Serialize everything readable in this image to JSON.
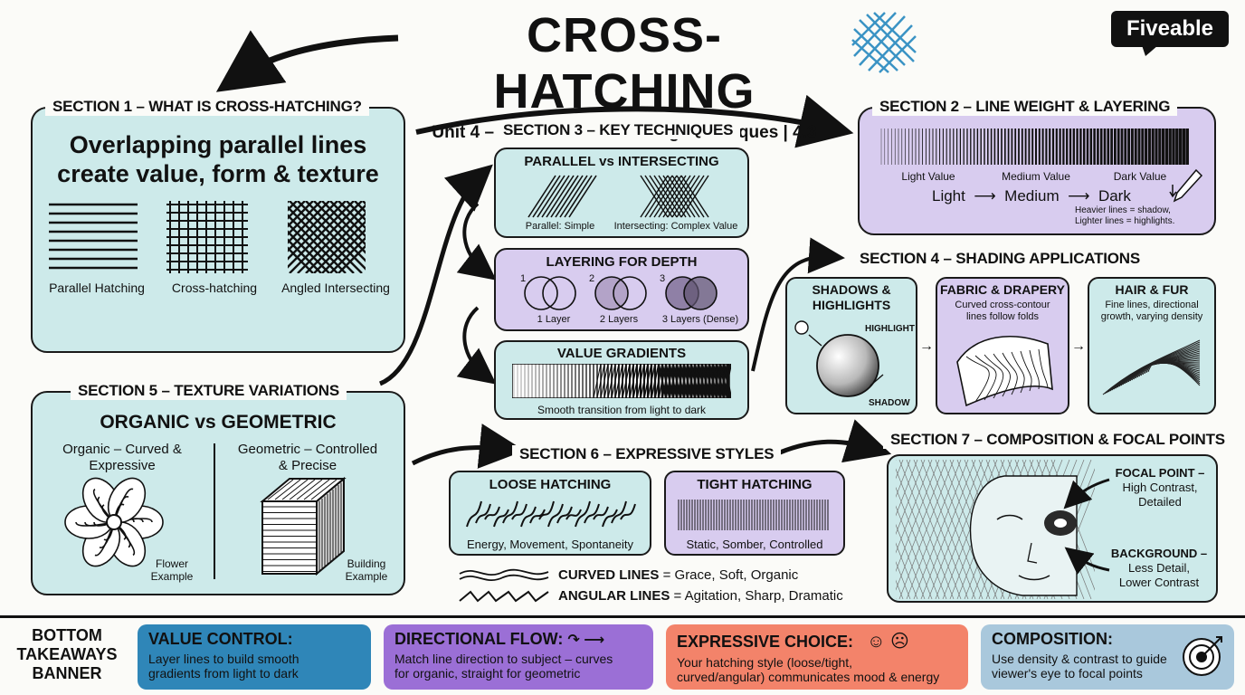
{
  "header": {
    "title": "CROSS-HATCHING",
    "subtitle": "Unit 4 – Line and Mark-Making Techniques | 4.3",
    "logo": "Fiveable"
  },
  "section1": {
    "title": "SECTION 1 – WHAT IS CROSS-HATCHING?",
    "headline_line1": "Overlapping parallel lines",
    "headline_line2": "create value, form & texture",
    "labels": [
      "Parallel Hatching",
      "Cross-hatching",
      "Angled Intersecting"
    ]
  },
  "section2": {
    "title": "SECTION 2 – LINE WEIGHT & LAYERING",
    "value_labels": [
      "Light Value",
      "Medium Value",
      "Dark Value"
    ],
    "flow": [
      "Light",
      "Medium",
      "Dark"
    ],
    "note_line1": "Heavier lines = shadow,",
    "note_line2": "Lighter lines = highlights."
  },
  "section3": {
    "title": "SECTION 3 – KEY TECHNIQUES",
    "parallel": {
      "title": "PARALLEL vs INTERSECTING",
      "left_caption": "Parallel: Simple",
      "right_caption": "Intersecting: Complex Value"
    },
    "layering": {
      "title": "LAYERING FOR DEPTH",
      "numbers": [
        "1",
        "2",
        "3"
      ],
      "captions": [
        "1 Layer",
        "2 Layers",
        "3 Layers (Dense)"
      ]
    },
    "gradients": {
      "title": "VALUE GRADIENTS",
      "caption": "Smooth transition from light to dark"
    }
  },
  "section4": {
    "title": "SECTION 4 – SHADING APPLICATIONS",
    "shadows": {
      "title_line1": "SHADOWS &",
      "title_line2": "HIGHLIGHTS",
      "highlight": "HIGHLIGHT",
      "shadow": "SHADOW"
    },
    "fabric": {
      "title": "FABRIC & DRAPERY",
      "desc_line1": "Curved cross-contour",
      "desc_line2": "lines follow folds"
    },
    "hair": {
      "title": "HAIR & FUR",
      "desc_line1": "Fine lines, directional",
      "desc_line2": "growth, varying density"
    }
  },
  "section5": {
    "title": "SECTION 5 – TEXTURE VARIATIONS",
    "headline": "ORGANIC vs GEOMETRIC",
    "organic_line1": "Organic – Curved &",
    "organic_line2": "Expressive",
    "geometric_line1": "Geometric – Controlled",
    "geometric_line2": "& Precise",
    "flower_line1": "Flower",
    "flower_line2": "Example",
    "building_line1": "Building",
    "building_line2": "Example"
  },
  "section6": {
    "title": "SECTION 6 – EXPRESSIVE STYLES",
    "loose": {
      "title": "LOOSE HATCHING",
      "caption": "Energy, Movement, Spontaneity"
    },
    "tight": {
      "title": "TIGHT HATCHING",
      "caption": "Static, Somber, Controlled"
    },
    "curved_key": "CURVED LINES",
    "curved_value": "= Grace, Soft, Organic",
    "angular_key": "ANGULAR LINES",
    "angular_value": "= Agitation, Sharp, Dramatic"
  },
  "section7": {
    "title": "SECTION 7 – COMPOSITION & FOCAL POINTS",
    "focal_line1": "FOCAL POINT –",
    "focal_line2": "High Contrast,",
    "focal_line3": "Detailed",
    "bg_line1": "BACKGROUND –",
    "bg_line2": "Less Detail,",
    "bg_line3": "Lower Contrast"
  },
  "banner": {
    "label_line1": "BOTTOM",
    "label_line2": "TAKEAWAYS",
    "label_line3": "BANNER",
    "items": [
      {
        "title": "VALUE CONTROL:",
        "line1": "Layer lines to build smooth",
        "line2": "gradients from light to dark",
        "color": "#2f86b8"
      },
      {
        "title": "DIRECTIONAL FLOW:",
        "line1": "Match line direction to subject – curves",
        "line2": "for organic, straight for geometric",
        "color": "#9b6fd6"
      },
      {
        "title": "EXPRESSIVE CHOICE:",
        "line1": "Your hatching style (loose/tight,",
        "line2": "curved/angular) communicates mood & energy",
        "color": "#f3836a"
      },
      {
        "title": "COMPOSITION:",
        "line1": "Use density & contrast to guide",
        "line2": "viewer's eye to focal points",
        "color": "#a9c8dc"
      }
    ]
  },
  "colors": {
    "teal": "#cdeaea",
    "purple": "#d8ccef",
    "ink": "#1a1a1a"
  }
}
